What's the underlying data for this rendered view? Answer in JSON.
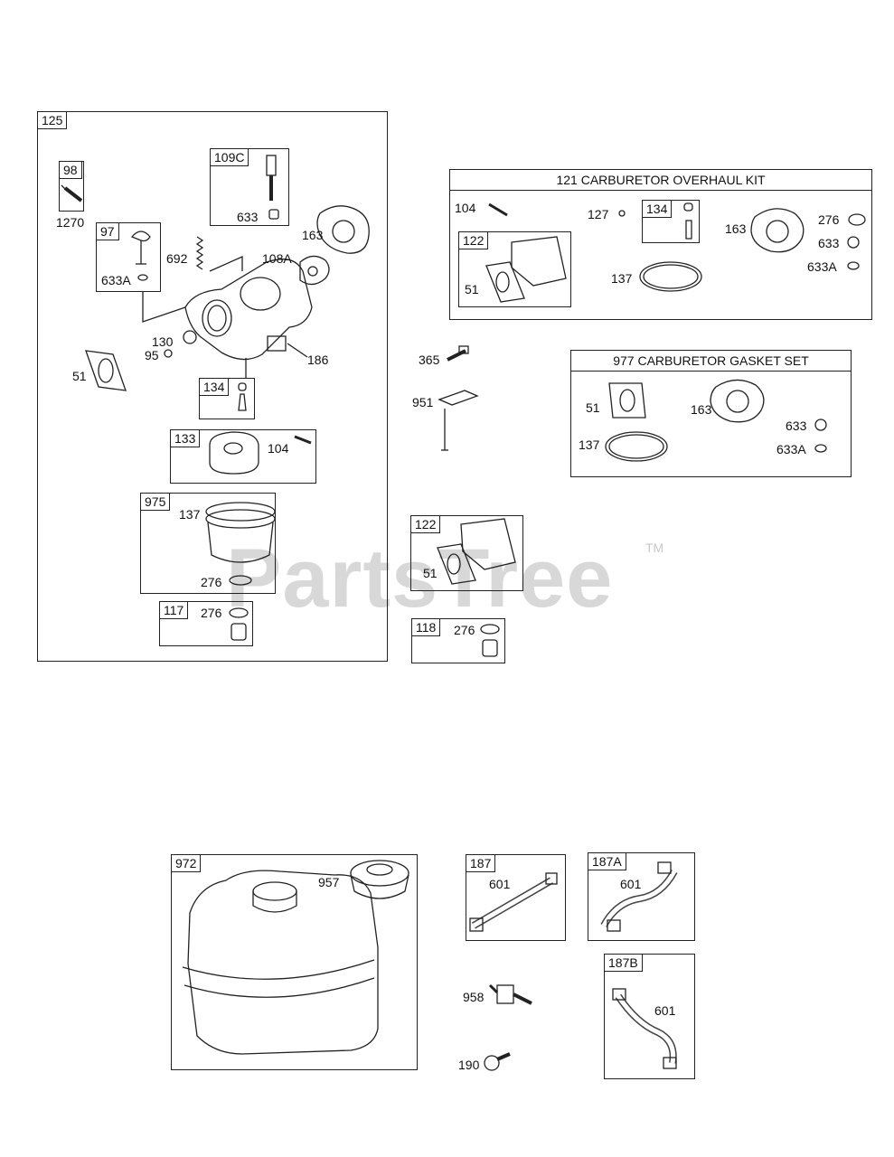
{
  "watermark": {
    "text": "PartsTree",
    "mark": "TM"
  },
  "assembly_125": {
    "tag": "125",
    "sub_98": {
      "tag": "98",
      "part_1270": "1270"
    },
    "sub_97": {
      "tag": "97",
      "part_633A": "633A"
    },
    "sub_109C": {
      "tag": "109C",
      "part_633": "633"
    },
    "sub_134": {
      "tag": "134"
    },
    "sub_133": {
      "tag": "133",
      "part_104": "104"
    },
    "sub_975": {
      "tag": "975",
      "part_137": "137",
      "part_276": "276"
    },
    "sub_117": {
      "tag": "117",
      "part_276": "276"
    },
    "labels": {
      "p692": "692",
      "p163": "163",
      "p108A": "108A",
      "p130": "130",
      "p95": "95",
      "p51": "51",
      "p186": "186"
    }
  },
  "kit_121": {
    "title": "121 CARBURETOR OVERHAUL KIT",
    "p104": "104",
    "p127": "127",
    "sub_134": "134",
    "p163": "163",
    "p276": "276",
    "p633": "633",
    "p633A": "633A",
    "p137": "137",
    "sub_122": {
      "tag": "122",
      "p51": "51"
    }
  },
  "kit_977": {
    "title": "977 CARBURETOR GASKET SET",
    "p51": "51",
    "p163": "163",
    "p633": "633",
    "p137": "137",
    "p633A": "633A"
  },
  "loose": {
    "p365": "365",
    "p951": "951",
    "p958": "958",
    "p190": "190"
  },
  "box_122": {
    "tag": "122",
    "p51": "51"
  },
  "box_118": {
    "tag": "118",
    "p276": "276"
  },
  "box_972": {
    "tag": "972",
    "p957": "957"
  },
  "box_187": {
    "tag": "187",
    "p601": "601"
  },
  "box_187A": {
    "tag": "187A",
    "p601": "601"
  },
  "box_187B": {
    "tag": "187B",
    "p601": "601"
  }
}
